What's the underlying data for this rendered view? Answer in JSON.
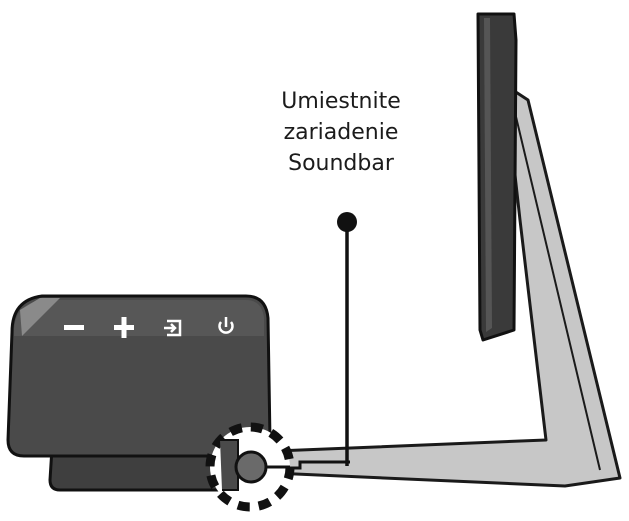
{
  "callout": {
    "lines": [
      "Umiestnite",
      "zariadenie",
      "Soundbar"
    ]
  },
  "soundbar_buttons": [
    {
      "symbol": "−",
      "icon": "minus-icon"
    },
    {
      "symbol": "+",
      "icon": "plus-icon"
    },
    {
      "symbol": "⎆",
      "icon": "input-source-icon"
    },
    {
      "symbol": "⏻",
      "icon": "power-icon"
    }
  ],
  "colors": {
    "soundbar_body": "#4a4a4a",
    "soundbar_top": "#5c5c5c",
    "stand_fill": "#c7c7c7",
    "tv_panel": "#3a3a3a",
    "outline": "#111111",
    "highlight_ring": "#111111"
  }
}
